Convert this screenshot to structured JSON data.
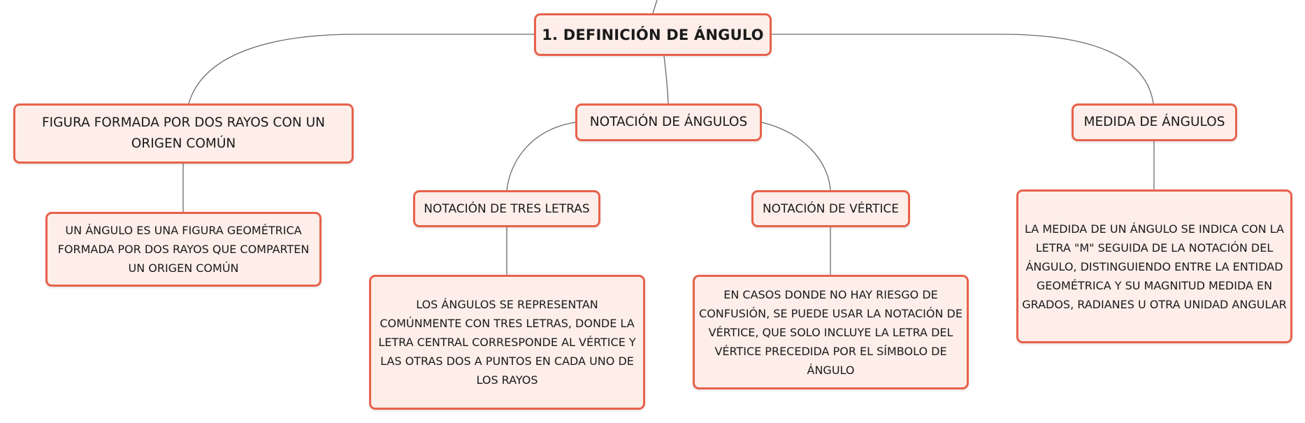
{
  "map": {
    "root": "1. DEFINICIÓN DE ÁNGULO",
    "figura": "FIGURA FORMADA POR DOS RAYOS CON UN ORIGEN COMÚN",
    "figura_detail": "UN ÁNGULO ES UNA FIGURA GEOMÉTRICA FORMADA POR DOS RAYOS QUE COMPARTEN UN ORIGEN COMÚN",
    "notacion": "NOTACIÓN DE ÁNGULOS",
    "tres_letras": "NOTACIÓN DE TRES LETRAS",
    "tres_letras_detail": "LOS ÁNGULOS SE REPRESENTAN COMÚNMENTE CON TRES LETRAS, DONDE LA LETRA CENTRAL CORRESPONDE AL VÉRTICE Y LAS OTRAS DOS A PUNTOS EN CADA UNO DE LOS RAYOS",
    "vertice": "NOTACIÓN DE VÉRTICE",
    "vertice_detail": "EN CASOS DONDE NO HAY RIESGO DE CONFUSIÓN, SE PUEDE USAR LA NOTACIÓN DE VÉRTICE, QUE SOLO INCLUYE LA LETRA DEL VÉRTICE PRECEDIDA POR EL SÍMBOLO DE ÁNGULO",
    "medida": "MEDIDA DE ÁNGULOS",
    "medida_detail": "LA MEDIDA DE UN ÁNGULO SE INDICA CON LA LETRA \"M\" SEGUIDA DE LA NOTACIÓN DEL ÁNGULO, DISTINGUIENDO ENTRE LA ENTIDAD GEOMÉTRICA Y SU MAGNITUD MEDIDA EN GRADOS, RADIANES U OTRA UNIDAD ANGULAR"
  },
  "colors": {
    "node_border": "#e8614b",
    "node_fill": "#fdeee9",
    "connector": "#6b6b6b"
  }
}
